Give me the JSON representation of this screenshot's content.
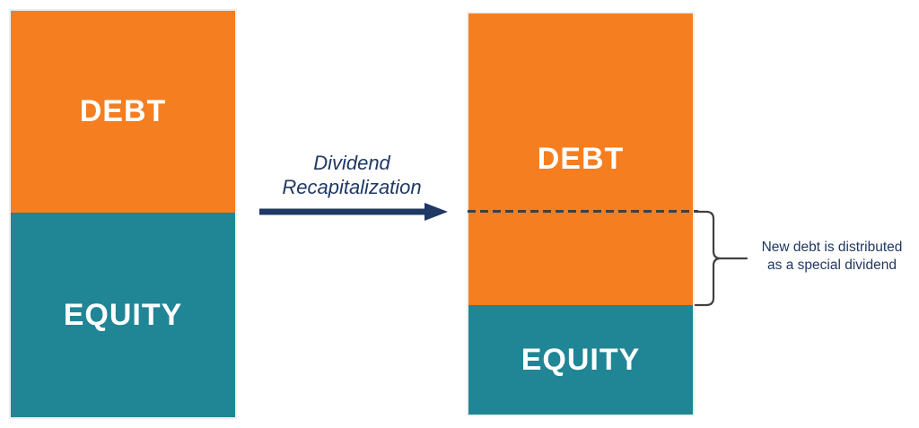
{
  "diagram": {
    "process_label": {
      "line1": "Dividend",
      "line2": "Recapitalization"
    },
    "before_bar": {
      "segments": [
        {
          "label": "DEBT",
          "height_pct": 49.7
        },
        {
          "label": "EQUITY",
          "height_pct": 50.3
        }
      ]
    },
    "after_bar": {
      "segments": [
        {
          "label": "DEBT",
          "height_pct": 72.7
        },
        {
          "label": "EQUITY",
          "height_pct": 27.3
        }
      ],
      "dashed_line_pct_from_top": 49.4
    },
    "annotation": {
      "line1": "New debt is distributed",
      "line2": "as a special dividend"
    }
  },
  "colors": {
    "debt": "#F57E20",
    "equity": "#208595",
    "navy": "#1F3864",
    "line": "#404040"
  }
}
